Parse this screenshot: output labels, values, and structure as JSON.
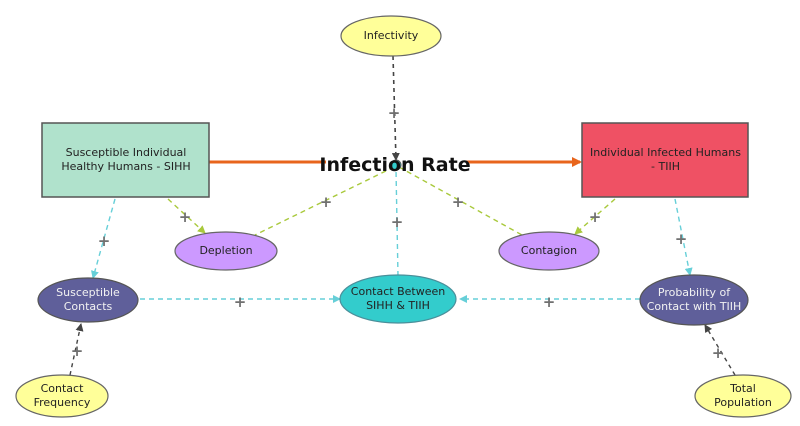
{
  "diagram": {
    "title": "Infection Rate",
    "nodes": {
      "sihh": "Susceptible Individual Healthy Humans - SIHH",
      "tiih": "Individual Infected Humans - TIIH",
      "infectivity": "Infectivity",
      "depletion": "Depletion",
      "contagion": "Contagion",
      "susceptible_contacts": "Susceptible Contacts",
      "contact_between": "Contact Between SIHH & TIIH",
      "probability_contact": "Probability of Contact with TIIH",
      "contact_frequency": "Contact Frequency",
      "total_population": "Total Population"
    },
    "polarity": "+",
    "colors": {
      "stock_green": "#b0e2cc",
      "stock_red": "#ef5164",
      "flow_orange": "#e8651c",
      "aux_yellow": "#ffff99",
      "aux_purple": "#cc99ff",
      "aux_indigo": "#5f5f9a",
      "aux_teal": "#33cccc",
      "link_cyan": "#66cfd8",
      "link_lime": "#a9c93c",
      "link_dark": "#444444"
    }
  }
}
